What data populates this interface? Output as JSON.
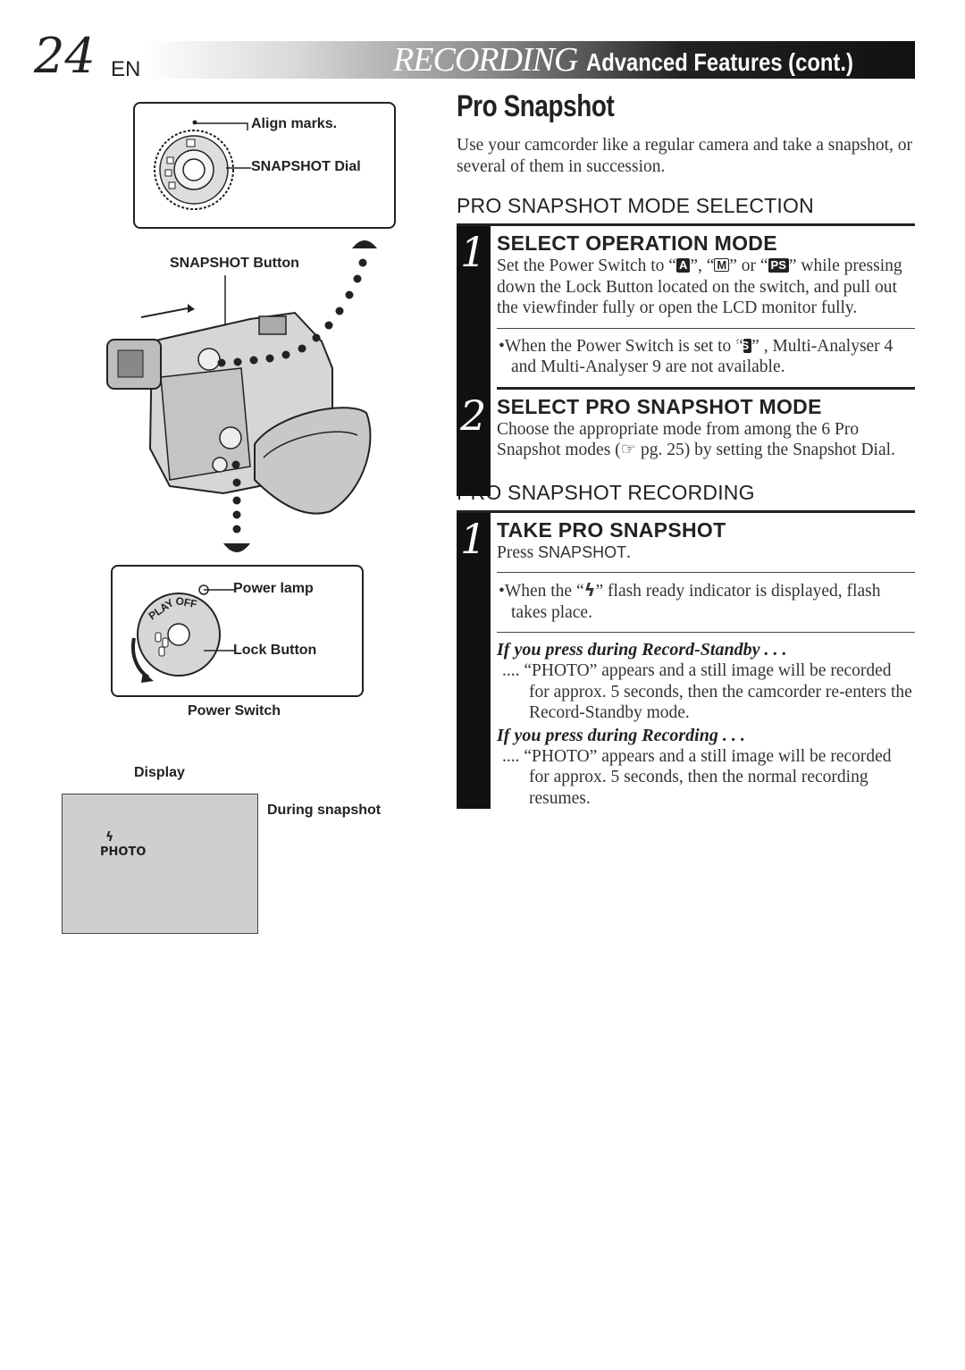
{
  "header": {
    "page_number": "24",
    "page_suffix": "EN",
    "banner_recording": "RECORDING",
    "banner_rest": "Advanced Features (cont.)"
  },
  "figures": {
    "dial_box": {
      "align_marks": "Align marks.",
      "snapshot_dial": "SNAPSHOT Dial"
    },
    "camera": {
      "snapshot_button": "SNAPSHOT Button"
    },
    "power_box": {
      "power_lamp": "Power lamp",
      "lock_button": "Lock Button",
      "power_switch": "Power Switch",
      "switch_play": "PLAY",
      "switch_off": "OFF"
    },
    "display": {
      "label": "Display",
      "during": "During snapshot",
      "photo": "PHOTO",
      "flash_glyph": "ϟ"
    }
  },
  "main": {
    "title": "Pro Snapshot",
    "intro": "Use your camcorder like a regular camera and take a snapshot, or several of them in succession.",
    "section1": {
      "heading": "PRO SNAPSHOT MODE SELECTION",
      "step1": {
        "num": "1",
        "heading": "SELECT OPERATION MODE",
        "text_a": "Set the Power Switch to “",
        "icon_a": "A",
        "text_b": "”, “",
        "icon_m": "M",
        "text_c": "” or “",
        "icon_ps": "PS",
        "text_d": "” while pressing down the Lock Button located on the switch, and pull out the viewfinder fully or open the LCD monitor fully.",
        "note_a": "•When the Power Switch is set to “",
        "note_b": "” , Multi-Analyser 4 and Multi-Analyser 9 are not available."
      },
      "step2": {
        "num": "2",
        "heading": "SELECT PRO SNAPSHOT MODE",
        "text": "Choose the appropriate mode from among the 6 Pro Snapshot modes (☞ pg. 25) by setting the Snapshot Dial."
      }
    },
    "section2": {
      "heading": "PRO SNAPSHOT RECORDING",
      "step1": {
        "num": "1",
        "heading": "TAKE PRO SNAPSHOT",
        "press": "Press ",
        "press_bold": "SNAPSHOT",
        "press_end": ".",
        "note_a": "•When the “",
        "note_flash": "ϟ",
        "note_b": "” flash ready indicator is displayed, flash takes place.",
        "sub1": "If you press during Record-Standby . . .",
        "sub1_text": ".... “PHOTO” appears and a still image will be recorded for approx. 5 seconds, then the camcorder re-enters the Record-Standby mode.",
        "sub2": "If you press during Recording . . .",
        "sub2_text": ".... “PHOTO” appears and a still image will be recorded for approx. 5 seconds, then the normal recording resumes."
      }
    }
  }
}
